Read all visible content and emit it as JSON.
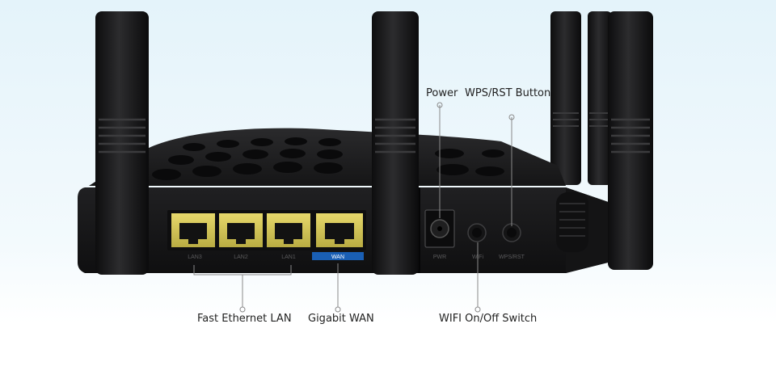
{
  "callouts": {
    "power": "Power",
    "wps_rst_button": "WPS/RST Button",
    "fast_ethernet_lan": "Fast Ethernet LAN",
    "gigabit_wan": "Gigabit WAN",
    "wifi_switch": "WIFI On/Off Switch"
  },
  "ports": {
    "lan3": "LAN3",
    "lan2": "LAN2",
    "lan1": "LAN1",
    "wan": "WAN",
    "pwr": "PWR",
    "wifi": "WiFi",
    "wps_rst": "WPS/RST"
  },
  "colors": {
    "background_top": "#eaf6fb",
    "router_body": "#1b1b1c",
    "lan_port": "#d6c85a",
    "wan_port": "#d9cb5c",
    "wan_label_bg": "#1a5fb4",
    "callout_line": "#8a8a8a"
  }
}
